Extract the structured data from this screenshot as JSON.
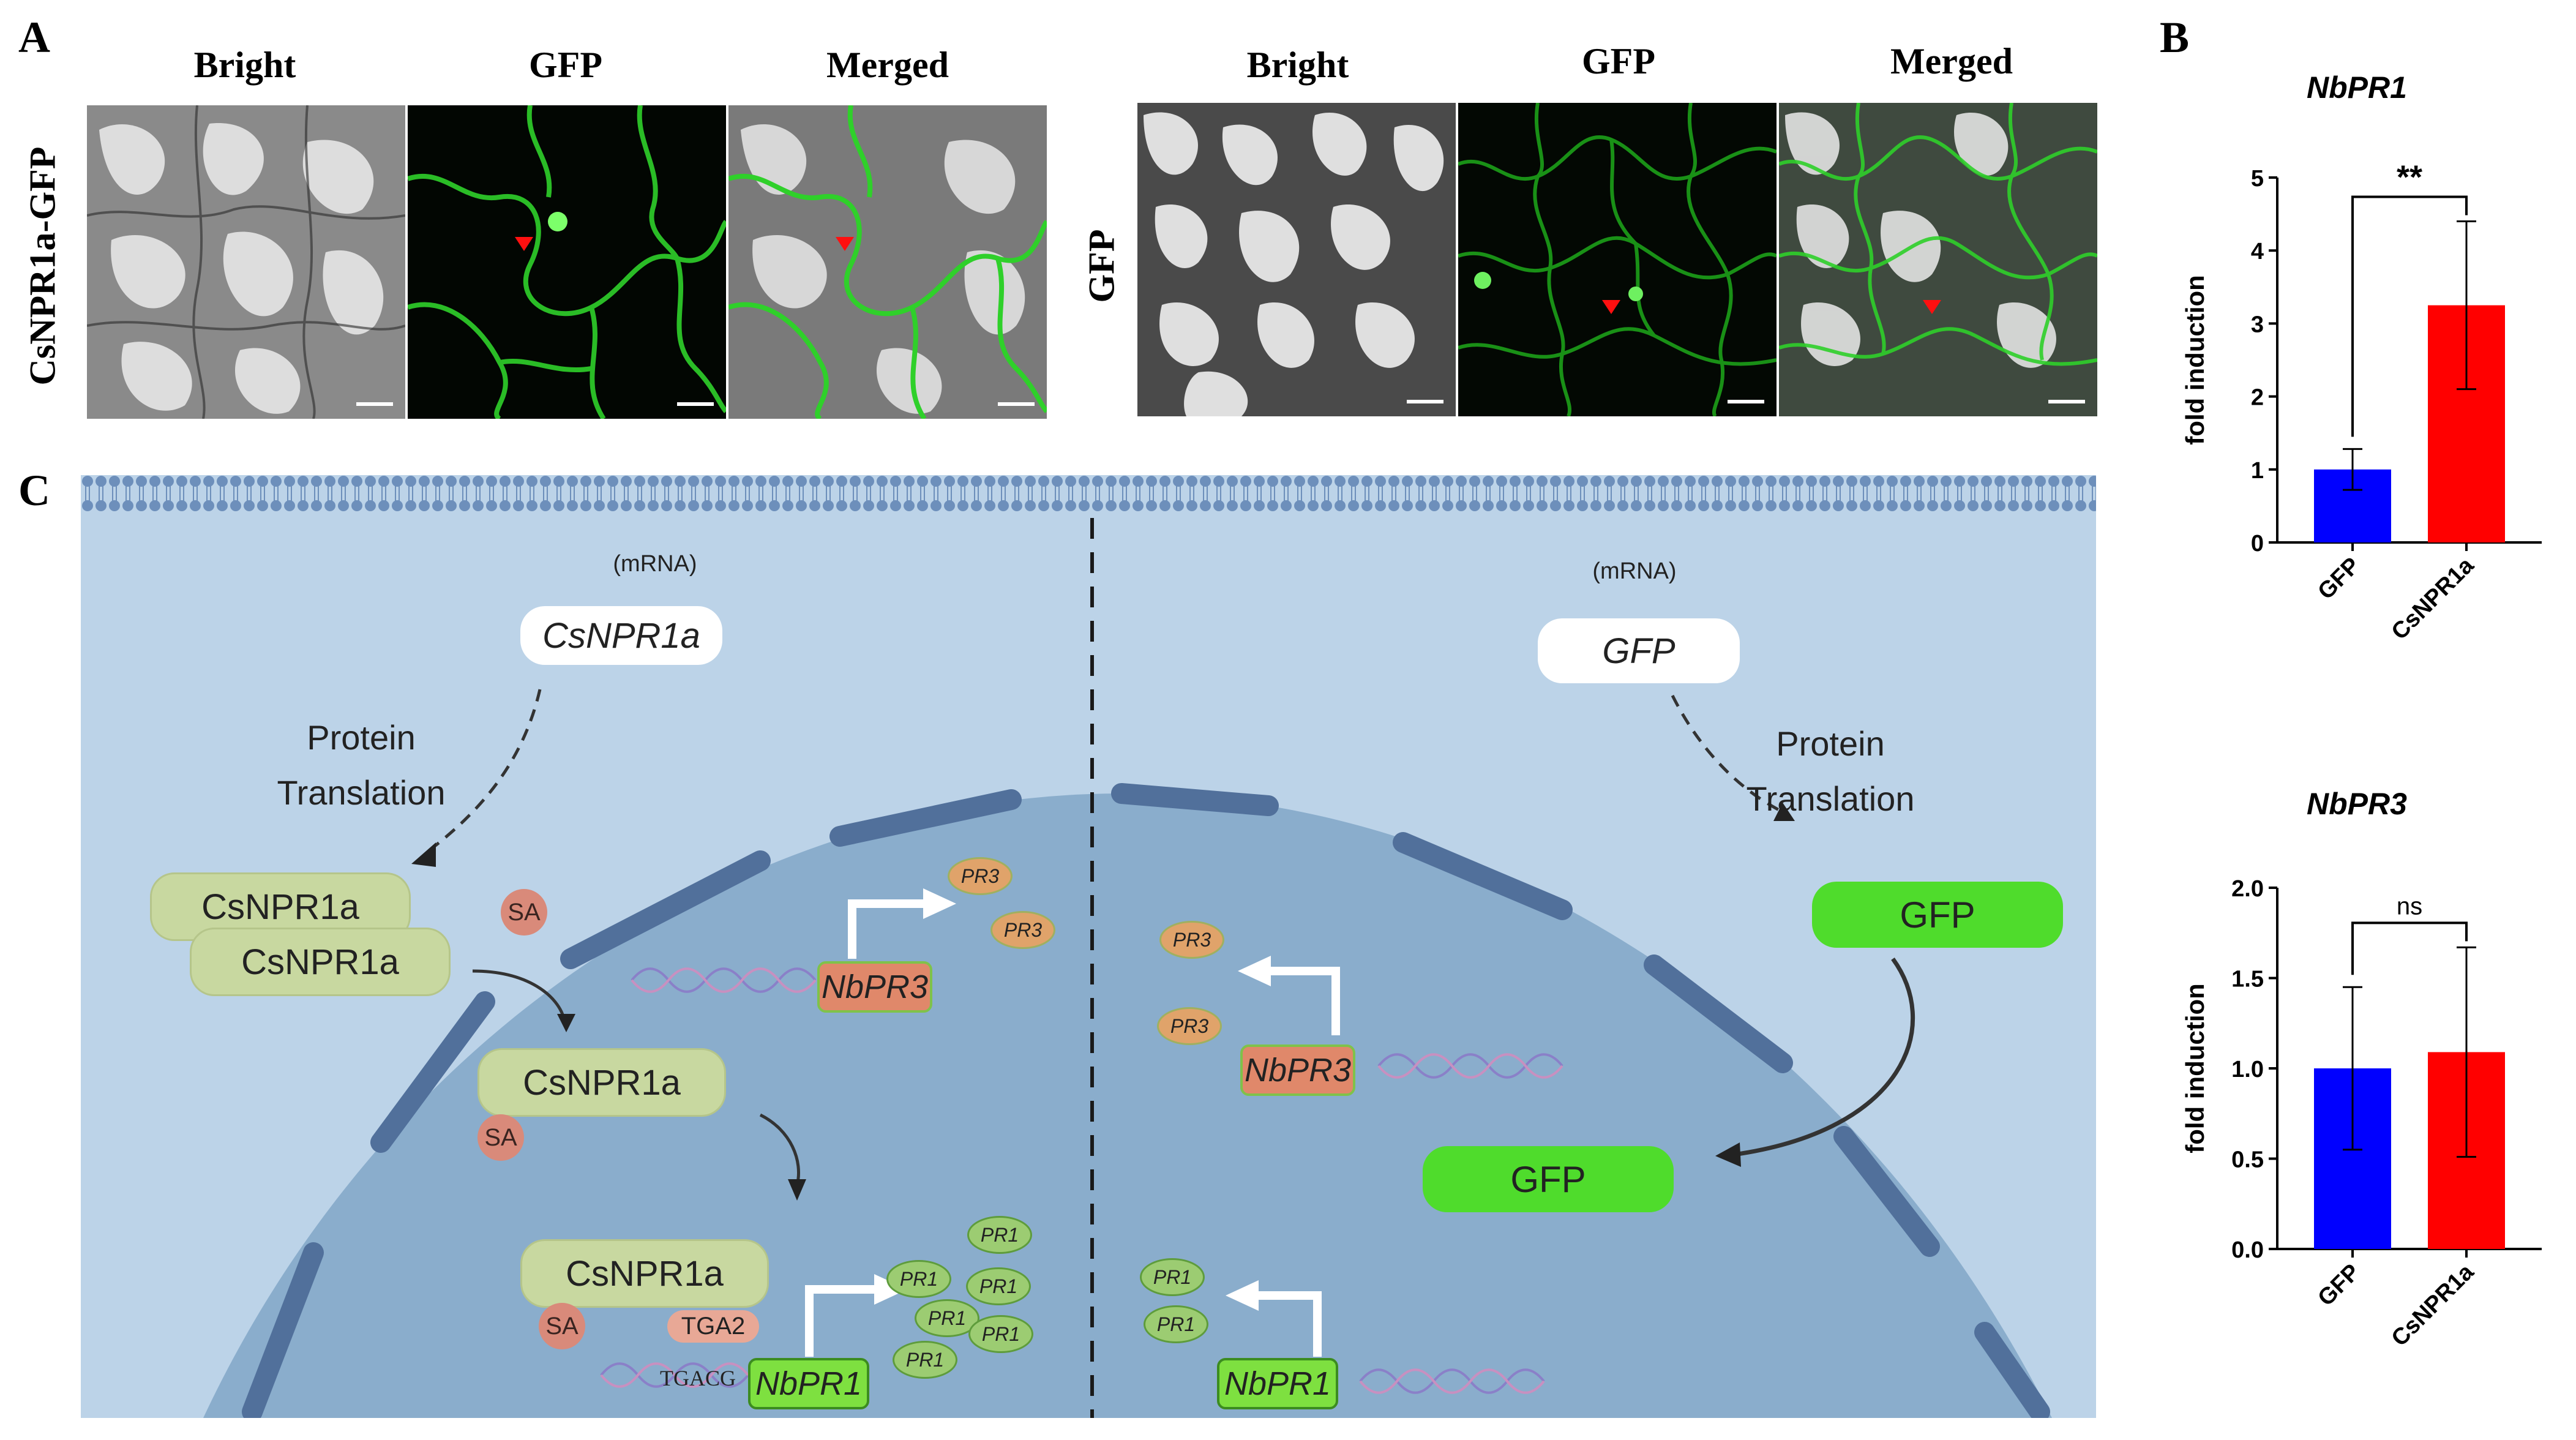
{
  "panels": {
    "a": "A",
    "b": "B",
    "c": "C"
  },
  "panel_a": {
    "left": {
      "row_label": "CsNPR1a-GFP",
      "cols": [
        "Bright",
        "GFP",
        "Merged"
      ]
    },
    "right": {
      "row_label": "GFP",
      "cols": [
        "Bright",
        "GFP",
        "Merged"
      ]
    }
  },
  "chart_data": [
    {
      "type": "bar",
      "title": "NbPR1",
      "ylabel": "fold induction",
      "categories": [
        "GFP",
        "CsNPR1a"
      ],
      "values": [
        1.0,
        3.25
      ],
      "errors": [
        0.28,
        1.15
      ],
      "colors": [
        "#0000ff",
        "#ff0000"
      ],
      "ylim": [
        0,
        5
      ],
      "yticks": [
        "0",
        "1",
        "2",
        "3",
        "4",
        "5"
      ],
      "significance": "**"
    },
    {
      "type": "bar",
      "title": "NbPR3",
      "ylabel": "fold induction",
      "categories": [
        "GFP",
        "CsNPR1a"
      ],
      "values": [
        1.0,
        1.09
      ],
      "errors": [
        0.45,
        0.58
      ],
      "colors": [
        "#0000ff",
        "#ff0000"
      ],
      "ylim": [
        0,
        2.0
      ],
      "yticks": [
        "0.0",
        "0.5",
        "1.0",
        "1.5",
        "2.0"
      ],
      "significance": "ns"
    }
  ],
  "diagram": {
    "left": {
      "mrna_label": "(mRNA)",
      "mrna_name": "CsNPR1a",
      "protein_translation": "Protein Translation",
      "protein": "CsNPR1a",
      "sa": "SA",
      "tga2": "TGA2",
      "tgacg": "TGACG",
      "gene_pr3": "NbPR3",
      "gene_pr1": "NbPR1",
      "pr3": "PR3",
      "pr1": "PR1"
    },
    "right": {
      "mrna_label": "(mRNA)",
      "mrna_name": "GFP",
      "protein_translation": "Protein Translation",
      "protein": "GFP",
      "gene_pr3": "NbPR3",
      "gene_pr1": "NbPR1",
      "pr3": "PR3",
      "pr1": "PR1"
    },
    "colors": {
      "cytoplasm": "#bcd3e8",
      "nucleus": "#8aadcc",
      "membrane": "#5c7ba4",
      "gfp": "#4fdc2c",
      "protein": "#c8d8a0"
    }
  }
}
